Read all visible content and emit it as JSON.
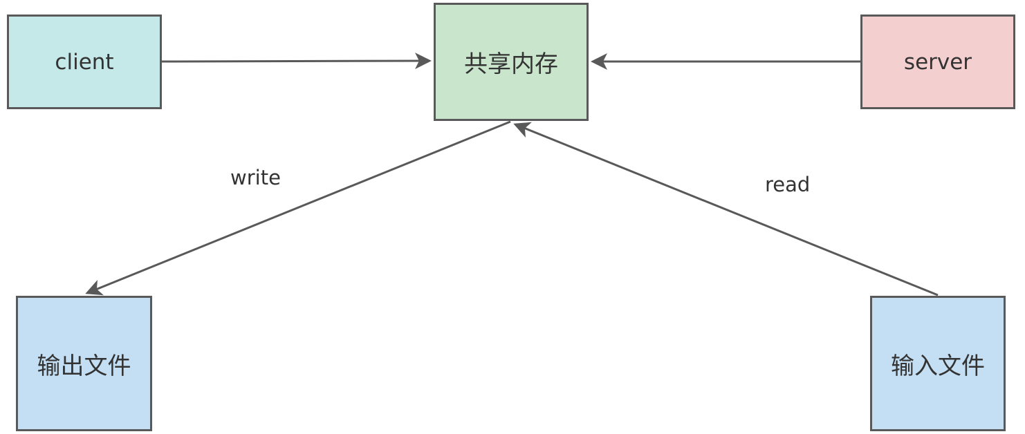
{
  "nodes": {
    "client": "client",
    "shared_memory": "共享内存",
    "server": "server",
    "output_file": "输出文件",
    "input_file": "输入文件"
  },
  "edges": {
    "write_label": "write",
    "read_label": "read"
  },
  "colors": {
    "client_fill": "#c5e8e8",
    "shared_memory_fill": "#c9e6cd",
    "server_fill": "#f3cfcf",
    "file_fill": "#c4dff3",
    "stroke": "#595959"
  }
}
